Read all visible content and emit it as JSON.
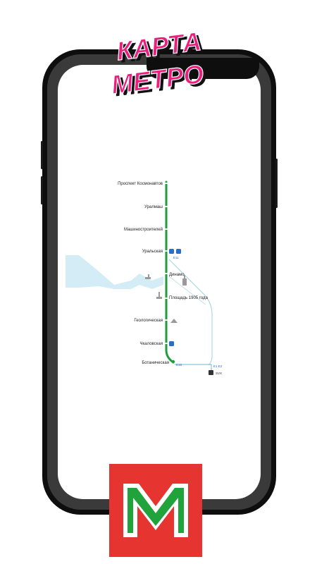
{
  "promo": {
    "line1": "КАРТА",
    "line2": "МЕТРО"
  },
  "map": {
    "line_color": "#1e9e3c",
    "water_color": "#d3ecf5",
    "stations": [
      {
        "name": "Проспект Космонавтов"
      },
      {
        "name": "Уралмаш"
      },
      {
        "name": "Машиностроителей"
      },
      {
        "name": "Уральская"
      },
      {
        "name": "Динамо"
      },
      {
        "name": "Площадь 1905 года"
      },
      {
        "name": "Геологическая"
      },
      {
        "name": "Чкаловская"
      },
      {
        "name": "Ботаническая"
      }
    ],
    "transfer_codes": {
      "uralskaya": "Е11",
      "botanicheskaya": "Е16",
      "right": "Е1 Е2",
      "airport": "SVX"
    }
  },
  "app_logo": {
    "letter": "M",
    "bg_color": "#e63431",
    "letter_color": "#1fa33a"
  }
}
